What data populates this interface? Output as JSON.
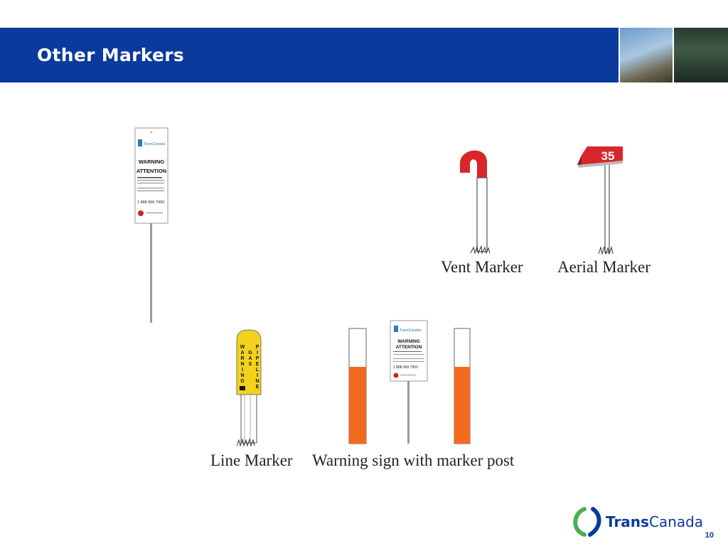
{
  "slide": {
    "title": "Other Markers",
    "page_number": "10"
  },
  "captions": {
    "vent": "Vent Marker",
    "aerial": "Aerial Marker",
    "line": "Line Marker",
    "warning": "Warning sign with marker post"
  },
  "sign": {
    "brand": "TransCanada",
    "warning_1": "WARNING",
    "warning_2": "ATTENTION",
    "phone": "1 888 900 7950",
    "line_vertical": "WARNING GAS PIPELINE"
  },
  "aerial_marker": {
    "number": "35"
  },
  "logo": {
    "bold": "Trans",
    "regular": "Canada"
  },
  "colors": {
    "header": "#0a3a9c",
    "vent_red": "#d8262a",
    "aerial_red": "#d8262a",
    "line_yellow": "#f2d21c",
    "post_orange": "#f26a1f",
    "logo_green": "#4caf50",
    "logo_blue": "#0a3a9c"
  }
}
